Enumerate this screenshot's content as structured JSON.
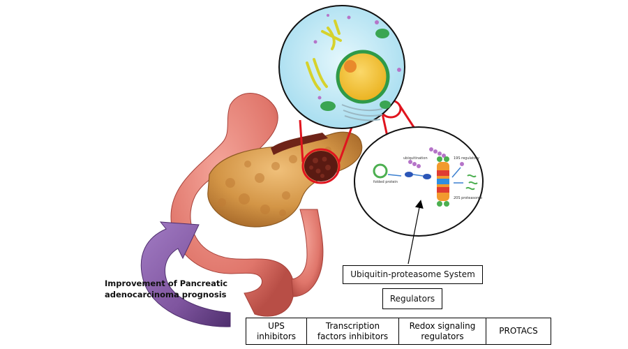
{
  "outcome": {
    "line1": "Improvement of Pancreatic",
    "line2": "adenocarcinoma prognosis"
  },
  "system_box": {
    "label": "Ubiquitin-proteasome System"
  },
  "regulators_box": {
    "label": "Regulators"
  },
  "categories": [
    {
      "line1": "UPS",
      "line2": "inhibitors"
    },
    {
      "line1": "Transcription",
      "line2": "factors inhibitors"
    },
    {
      "line1": "Redox signaling",
      "line2": "regulators"
    },
    {
      "line1": "PROTACS",
      "line2": ""
    }
  ],
  "inset_labels": {
    "folded": "folded protein",
    "ubiquitination": "ubiquitination",
    "regulatory": "19S regulatory",
    "core": "20S proteasome"
  },
  "colors": {
    "pancreas": "#d89a4e",
    "intestine": "#e2766c",
    "tumor": "#5a1a12",
    "connector": "#e0141e",
    "cytoplasm": "#bfe9f5",
    "nucleus": "#f4c33b",
    "nucleus_rim": "#2f9a48",
    "arrow": "#8e63ad"
  }
}
